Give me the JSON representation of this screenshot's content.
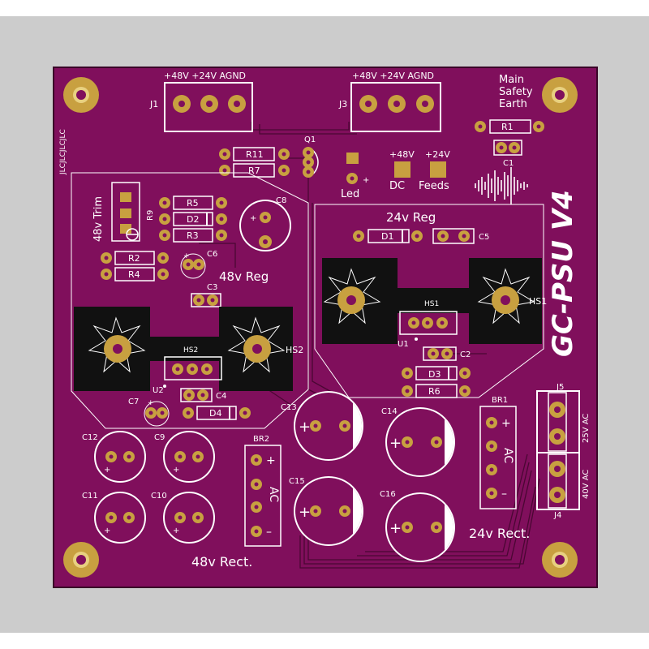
{
  "board": {
    "title": "GC-PSU V4",
    "watermark": "JLCJLCJLCJLC",
    "colors": {
      "board": "#800f5c",
      "silk": "#ffffff",
      "pad": "#c8a040",
      "heatsink": "#111111",
      "background": "#cccccc"
    }
  },
  "connectors": {
    "j1": {
      "ref": "J1",
      "header": "+48V +24V AGND"
    },
    "j3": {
      "ref": "J3",
      "header": "+48V +24V AGND"
    },
    "j4": {
      "ref": "J4",
      "label": "40V AC"
    },
    "j5": {
      "ref": "J5",
      "label": "25V AC"
    }
  },
  "safety": {
    "line1": "Main",
    "line2": "Safety",
    "line3": "Earth"
  },
  "indicators": {
    "led": "Led",
    "led_plus": "+",
    "dc_label": "DC",
    "feeds_label": "Feeds",
    "v48": "+48V",
    "v24": "+24V"
  },
  "sections": {
    "reg48": "48v Reg",
    "reg24": "24v Reg",
    "rect48": "48v Rect.",
    "rect24": "24v Rect.",
    "trim48": "48v Trim"
  },
  "bridges": {
    "br1": {
      "ref": "BR1",
      "plus": "+",
      "ac": "AC",
      "minus": "–"
    },
    "br2": {
      "ref": "BR2",
      "plus": "+",
      "ac": "AC",
      "minus": "–"
    }
  },
  "heatsinks": {
    "hs1": "HS1",
    "hs2": "HS2"
  },
  "regulators": {
    "u1": "U1",
    "u2": "U2"
  },
  "transistors": {
    "q1": "Q1"
  },
  "trimmer": {
    "ref": "R9"
  },
  "resistors": {
    "r1": "R1",
    "r2": "R2",
    "r3": "R3",
    "r4": "R4",
    "r5": "R5",
    "r6": "R6",
    "r7": "R7",
    "r11": "R11"
  },
  "diodes": {
    "d1": "D1",
    "d2": "D2",
    "d3": "D3",
    "d4": "D4"
  },
  "capacitors": {
    "c1": "C1",
    "c2": "C2",
    "c3": "C3",
    "c4": "C4",
    "c5": "C5",
    "c6": "C6",
    "c7": "C7",
    "c8": "C8",
    "c9": "C9",
    "c10": "C10",
    "c11": "C11",
    "c12": "C12",
    "c13": "C13",
    "c14": "C14",
    "c15": "C15",
    "c16": "C16"
  },
  "polarity": {
    "plus": "+"
  }
}
